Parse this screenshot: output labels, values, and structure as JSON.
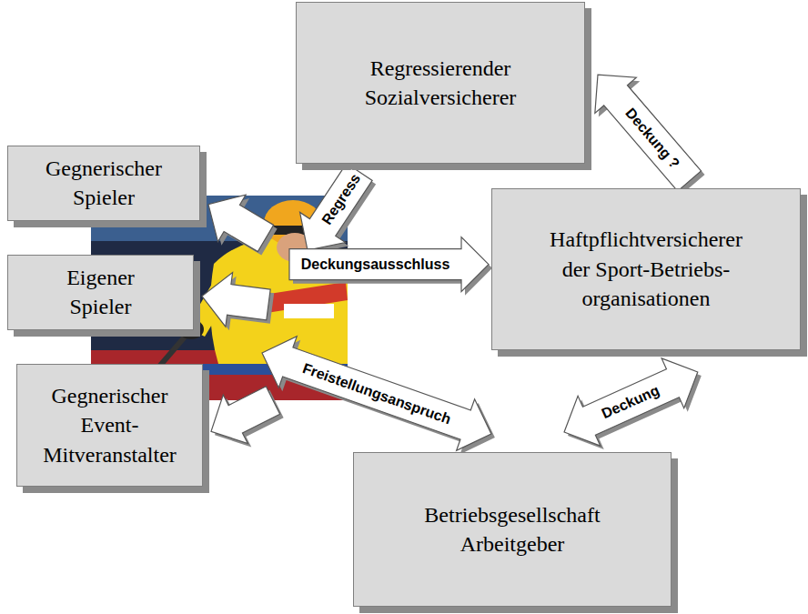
{
  "diagram": {
    "nodes": [
      {
        "text": [
          "Regressierender Sozialversicherer"
        ]
      },
      {
        "text": [
          "Gegnerischer Spieler"
        ]
      },
      {
        "text": [
          "Haftpflichtversicherer der Sport-Betriebs-organisationen"
        ]
      },
      {
        "text": [
          "Eigener Spieler"
        ]
      },
      {
        "text": [
          "Gegnerischer Event-Mitveranstalter"
        ]
      },
      {
        "text": [
          "Betriebsgesellschaft Arbeitgeber"
        ]
      }
    ],
    "edges": [
      {
        "from": 2,
        "to": 0,
        "label": "Deckung ?",
        "arrow": "to"
      },
      {
        "from": 5,
        "to": 2,
        "label": "Deckung",
        "arrow": "both"
      }
    ],
    "labels": [
      "Regress",
      "Deckungsausschluss",
      "Freistellungsanspruch"
    ]
  }
}
